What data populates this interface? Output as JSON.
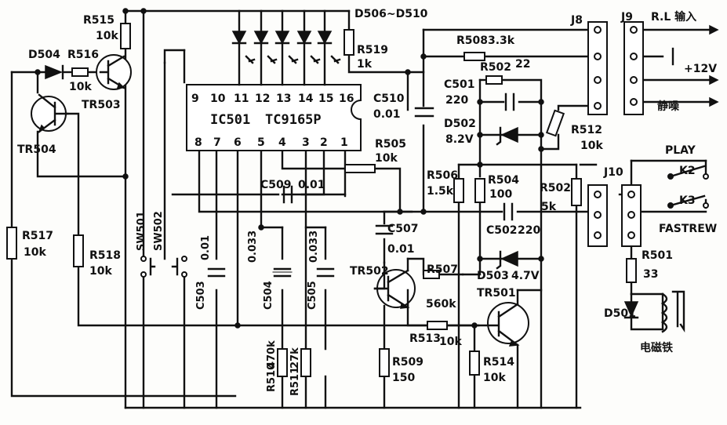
{
  "ic": {
    "ref": "IC501",
    "part": "TC9165P",
    "top_pins": [
      "9",
      "10",
      "11",
      "12",
      "13",
      "14",
      "15",
      "16"
    ],
    "bottom_pins": [
      "8",
      "7",
      "6",
      "5",
      "4",
      "3",
      "2",
      "1"
    ]
  },
  "leds": "D506~D510",
  "connectors": {
    "j8": "J8",
    "j9": "J9",
    "j10": "J10",
    "j9_input": "R.L 输入",
    "j9_supply": "+12V",
    "j9_mute": "静噪"
  },
  "switches": {
    "play": "PLAY",
    "fastrew": "FASTREW",
    "k2": "K2",
    "k3": "K3",
    "sw501": "SW501",
    "sw502": "SW502"
  },
  "solenoid": "电磁铁",
  "transistors": [
    "TR501",
    "TR502",
    "TR503",
    "TR504"
  ],
  "diodes": {
    "d501": "D501",
    "d502": "D502",
    "d502_val": "8.2V",
    "d503": "D503",
    "d503_val": "4.7V",
    "d504": "D504"
  },
  "resistors": {
    "r501": "R501",
    "r501_val": "33",
    "r502": "R502",
    "r502_val": "5k",
    "r502b": "R502",
    "r502b_val": "22",
    "r504": "R504",
    "r504_val": "100",
    "r505": "R505",
    "r505_val": "10k",
    "r506": "R506",
    "r506_val": "1.5k",
    "r507": "R507",
    "r507_val": "560k",
    "r508": "R508",
    "r508_val": "3.3k",
    "r509": "R509",
    "r509_val": "150",
    "r510": "R510",
    "r510_val": "470k",
    "r511": "R511",
    "r511_val": "27k",
    "r512": "R512",
    "r512_val": "10k",
    "r513": "R513",
    "r513_val": "10k",
    "r514": "R514",
    "r514_val": "10k",
    "r515": "R515",
    "r515_val": "10k",
    "r516": "R516",
    "r516_val": "10k",
    "r517": "R517",
    "r517_val": "10k",
    "r518": "R518",
    "r518_val": "10k",
    "r519": "R519",
    "r519_val": "1k"
  },
  "capacitors": {
    "c501": "C501",
    "c501_val": "220",
    "c502": "C502",
    "c502_val": "220",
    "c503": "C503",
    "c503_val": "0.01",
    "c504": "C504",
    "c504_val": "0.033",
    "c505": "C505",
    "c505_val": "0.033",
    "c507": "C507",
    "c507_val": "0.01",
    "c509": "C509",
    "c509_val": "0.01",
    "c510": "C510",
    "c510_val": "0.01"
  }
}
